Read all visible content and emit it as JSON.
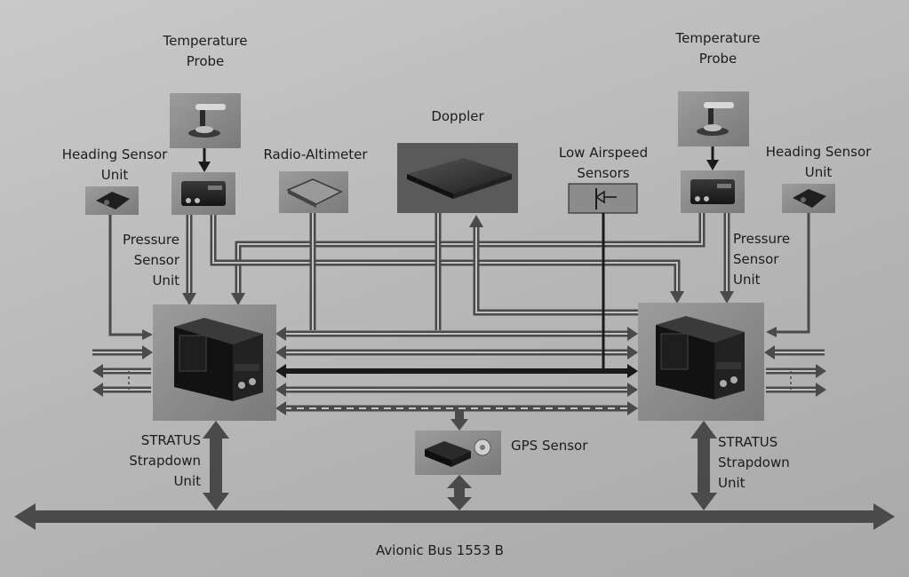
{
  "labels": {
    "temp_probe_left": [
      "Temperature",
      "Probe"
    ],
    "temp_probe_right": [
      "Temperature",
      "Probe"
    ],
    "heading_left": [
      "Heading Sensor",
      "Unit"
    ],
    "heading_right": [
      "Heading Sensor",
      "Unit"
    ],
    "radio_altimeter": "Radio-Altimeter",
    "doppler": "Doppler",
    "low_airspeed": [
      "Low Airspeed",
      "Sensors"
    ],
    "pressure_left": [
      "Pressure",
      "Sensor",
      "Unit"
    ],
    "pressure_right": [
      "Pressure",
      "Sensor",
      "Unit"
    ],
    "stratus_left": [
      "STRATUS",
      "Strapdown",
      "Unit"
    ],
    "stratus_right": [
      "STRATUS",
      "Strapdown",
      "Unit"
    ],
    "gps_sensor": "GPS Sensor",
    "avionic_bus": "Avionic Bus 1553 B"
  },
  "colors": {
    "background": "#bdbdbd",
    "line": "#4a4a4a",
    "line_dark": "#202020",
    "box": "#8a8a8a"
  }
}
